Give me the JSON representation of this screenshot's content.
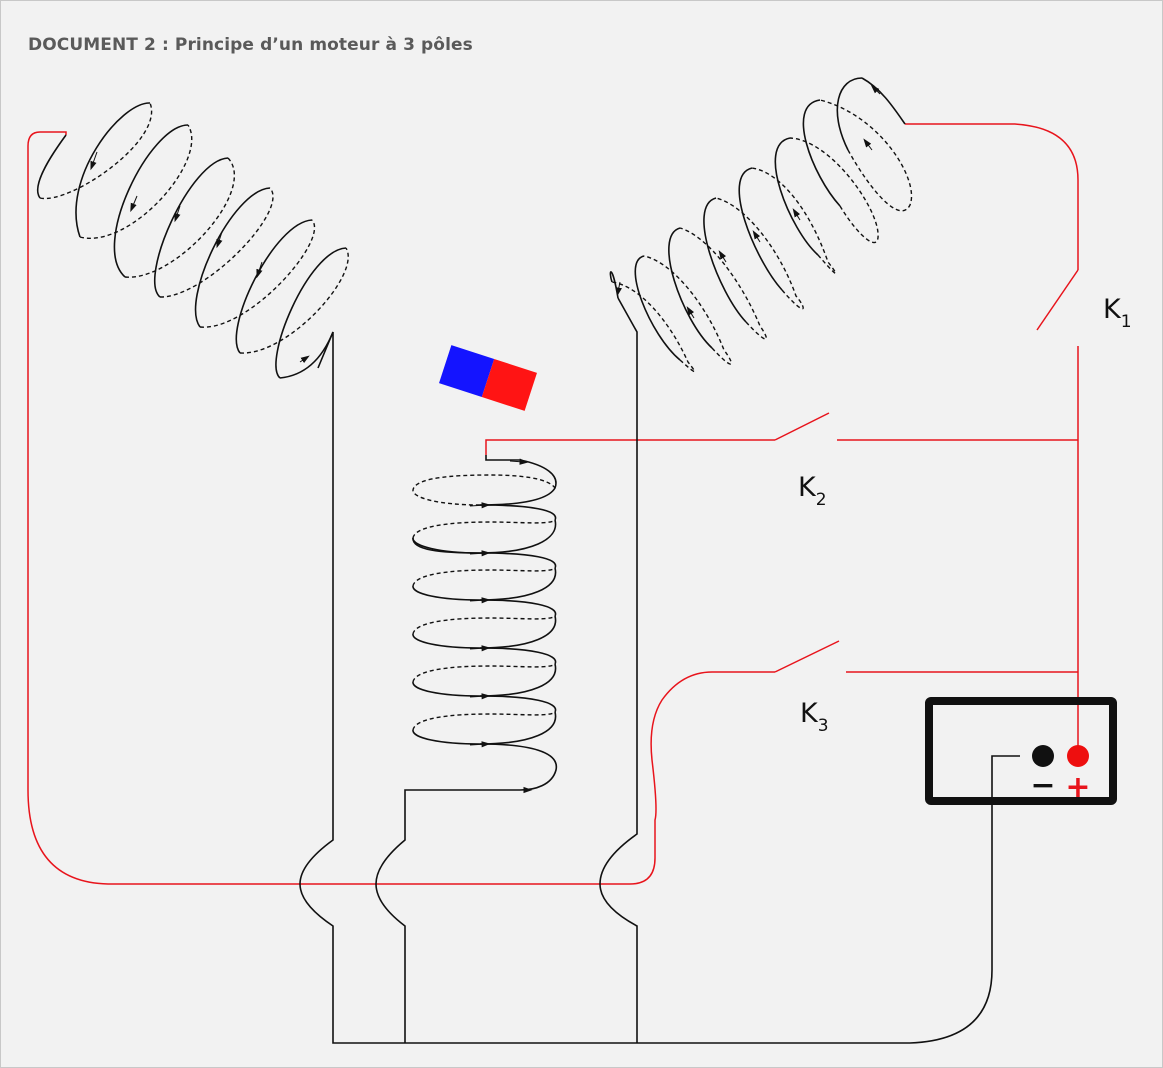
{
  "document": {
    "title": "DOCUMENT 2 : Principe d’un moteur à 3 pôles"
  },
  "switches": [
    {
      "letter": "K",
      "index": "1"
    },
    {
      "letter": "K",
      "index": "2"
    },
    {
      "letter": "K",
      "index": "3"
    }
  ],
  "battery": {
    "negative_symbol": "−",
    "positive_symbol": "+"
  },
  "colors": {
    "wire_red": "#e8141c",
    "wire_black": "#111111",
    "magnet_north": "#1414ff",
    "magnet_south": "#ff1414",
    "background": "#f2f2f2"
  }
}
